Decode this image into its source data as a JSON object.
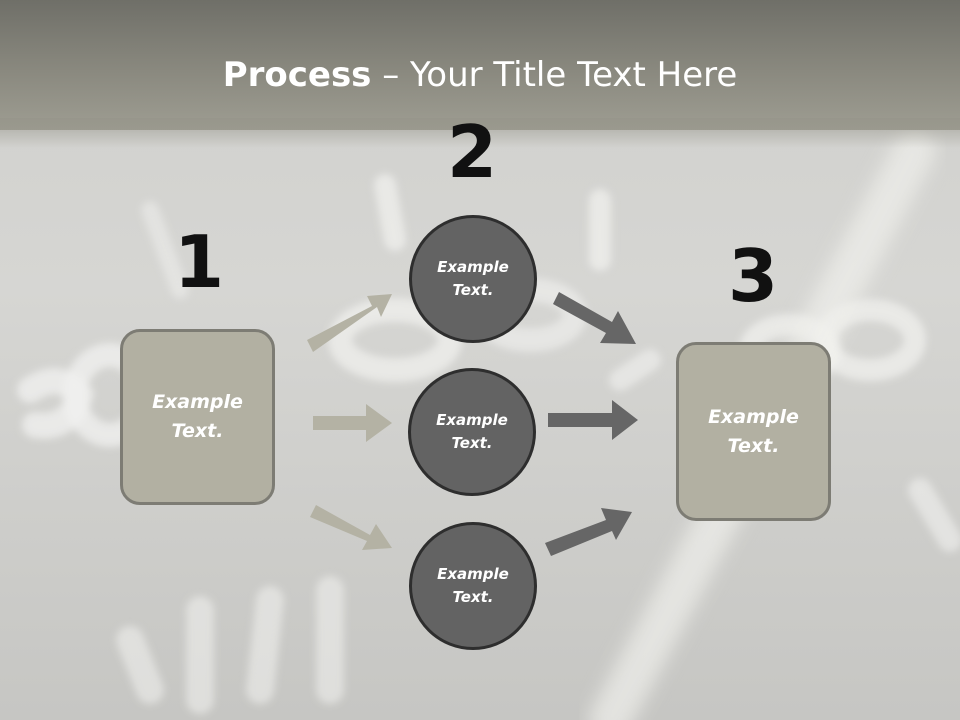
{
  "title": {
    "bold": "Process",
    "rest": " – Your Title Text Here"
  },
  "steps": [
    {
      "number": "1",
      "text": "Example Text."
    },
    {
      "number": "2"
    },
    {
      "number": "3",
      "text": "Example Text."
    }
  ],
  "circles": [
    {
      "text": "Example Text."
    },
    {
      "text": "Example Text."
    },
    {
      "text": "Example Text."
    }
  ],
  "colors": {
    "box_fill": "#b2b0a2",
    "circle_fill": "#636363",
    "arrow_light": "#b4b2a4",
    "arrow_dark": "#666666"
  }
}
